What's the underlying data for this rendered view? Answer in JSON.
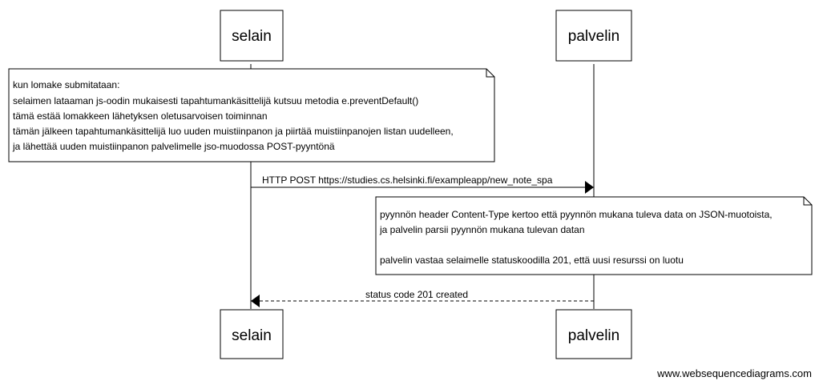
{
  "actors": {
    "browser": "selain",
    "server": "palvelin"
  },
  "notes": {
    "browser_note": [
      "kun lomake submitataan:",
      "selaimen lataaman js-oodin mukaisesti tapahtumankäsittelijä kutsuu metodia e.preventDefault()",
      "tämä estää lomakkeen lähetyksen oletusarvoisen toiminnan",
      "tämän jälkeen tapahtumankäsittelijä luo uuden muistiinpanon ja piirtää muistiinpanojen listan uudelleen,",
      "ja lähettää uuden muistiinpanon palvelimelle jso-muodossa POST-pyyntönä"
    ],
    "server_note": [
      "pyynnön header Content-Type kertoo että pyynnön mukana tuleva data on JSON-muotoista,",
      "ja palvelin parsii pyynnön mukana tulevan datan",
      "",
      "palvelin vastaa selaimelle statuskoodilla 201, että uusi resurssi on luotu"
    ]
  },
  "messages": {
    "post_request": "HTTP POST https://studies.cs.helsinki.fi/exampleapp/new_note_spa",
    "response": "status code 201 created"
  },
  "watermark": "www.websequencediagrams.com"
}
